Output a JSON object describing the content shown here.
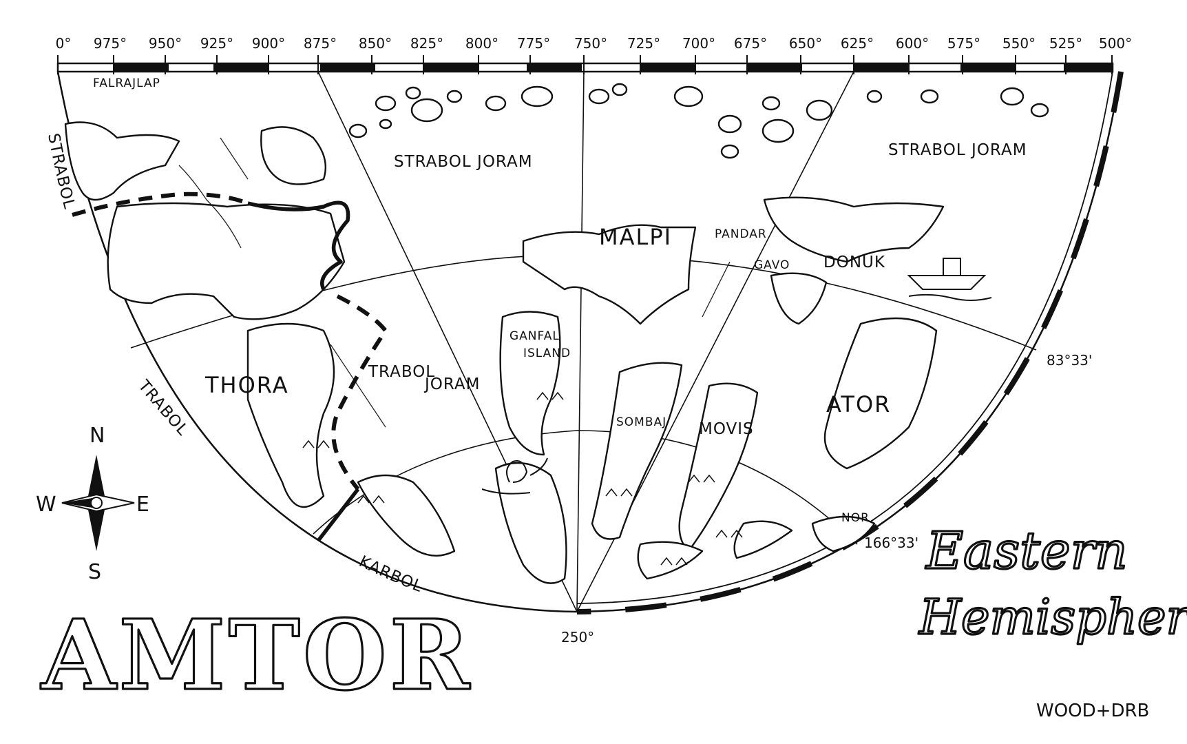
{
  "map": {
    "title": "AMTOR",
    "subtitle_line1": "Eastern",
    "subtitle_line2": "Hemisphere",
    "credit": "WOOD+DRB",
    "longitude_ticks": [
      "0°",
      "975°",
      "950°",
      "925°",
      "900°",
      "875°",
      "850°",
      "825°",
      "800°",
      "775°",
      "750°",
      "725°",
      "700°",
      "675°",
      "650°",
      "625°",
      "600°",
      "575°",
      "550°",
      "525°",
      "500°"
    ],
    "bottom_tick": "250°",
    "latitudes": {
      "upper": "83°33'",
      "lower": "166°33'"
    },
    "regions": {
      "falrajlap": "FALRAJLAP",
      "strabol_joram_left": "STRABOL JORAM",
      "strabol_joram_right": "STRABOL JORAM",
      "malpi": "MALPI",
      "pandar": "PANDAR",
      "gavo": "GAVO",
      "donuk": "DONUK",
      "ganfal_1": "GANFAL",
      "ganfal_2": "ISLAND",
      "trabol_joram_1": "TRABOL",
      "trabol_joram_2": "JORAM",
      "thora": "THORA",
      "sombaj": "SOMBAJ",
      "movis": "MOVIS",
      "ator": "ATOR",
      "nor": "NOR",
      "strabol_arc": "STRABOL",
      "trabol_arc": "TRABOL",
      "karbol_arc": "KARBOL"
    },
    "compass": {
      "north": "N",
      "south": "S",
      "east": "E",
      "west": "W"
    }
  }
}
